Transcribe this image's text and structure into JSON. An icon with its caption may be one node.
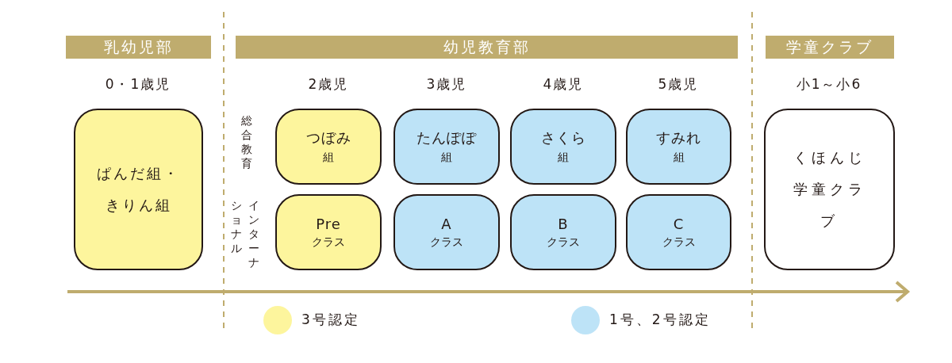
{
  "diagram": {
    "nodes": [
      {
        "text": [
          "乳幼児部"
        ]
      },
      {
        "text": [
          "幼児教育部"
        ]
      },
      {
        "text": [
          "学童クラブ"
        ]
      },
      {
        "text": [
          "ぱんだ組・きりん組"
        ]
      },
      {
        "text": [
          "つぼみ",
          "組"
        ]
      },
      {
        "text": [
          "たんぽぽ",
          "組"
        ]
      },
      {
        "text": [
          "さくら",
          "組"
        ]
      },
      {
        "text": [
          "すみれ",
          "組"
        ]
      },
      {
        "text": [
          "Pre",
          "クラス"
        ]
      },
      {
        "text": [
          "A",
          "クラス"
        ]
      },
      {
        "text": [
          "B",
          "クラス"
        ]
      },
      {
        "text": [
          "C",
          "クラス"
        ]
      },
      {
        "text": [
          "くほんじ学童クラブ"
        ]
      }
    ],
    "labels": [
      "0・1歳児",
      "2歳児",
      "3歳児",
      "4歳児",
      "5歳児",
      "小1～小6",
      "総合教育",
      "インターナショナル"
    ],
    "legend": [
      {
        "text": "3号認定",
        "color": "#fdf59d"
      },
      {
        "text": "1号、2号認定",
        "color": "#bde3f7"
      }
    ]
  }
}
